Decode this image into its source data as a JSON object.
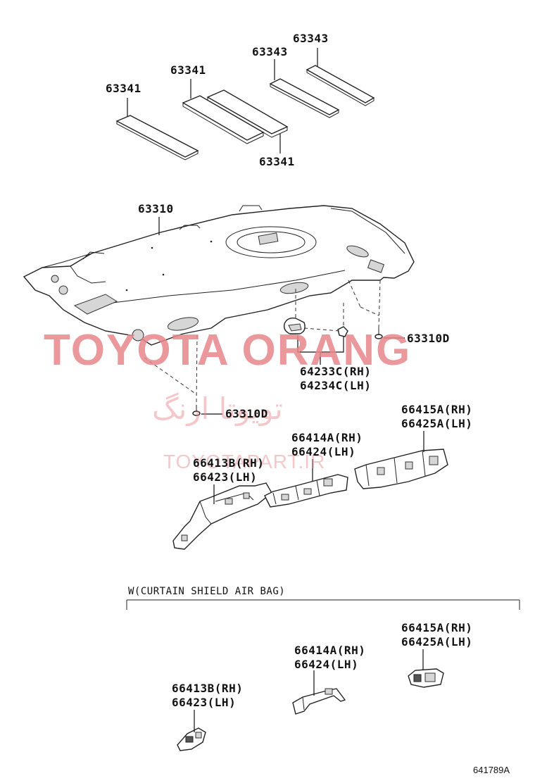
{
  "labels": {
    "pad_63343_a": "63343",
    "pad_63343_b": "63343",
    "pad_63341_a": "63341",
    "pad_63341_b": "63341",
    "pad_63341_c": "63341",
    "headliner": "63310",
    "clip_right": "63310D",
    "clip_left": "63310D",
    "visor_holder_rh": "64233C(RH)",
    "visor_holder_lh": "64234C(LH)",
    "bracket_rear_rh": "66415A(RH)",
    "bracket_rear_lh": "66425A(LH)",
    "bracket_mid_rh": "66414A(RH)",
    "bracket_mid_lh": "66424(LH)",
    "bracket_front_rh": "66413B(RH)",
    "bracket_front_lh": "66423(LH)"
  },
  "section_airbag": {
    "title": "W(CURTAIN SHIELD AIR BAG)",
    "bracket_rear_rh": "66415A(RH)",
    "bracket_rear_lh": "66425A(LH)",
    "bracket_mid_rh": "66414A(RH)",
    "bracket_mid_lh": "66424(LH)",
    "bracket_front_rh": "66413B(RH)",
    "bracket_front_lh": "66423(LH)"
  },
  "watermark": {
    "brand": "TOYOTA ORANG",
    "persian": "تویوتا ارنگ",
    "site": "TOYOTAPART.IR",
    "color": "#e8878c"
  },
  "figure_code": "641789A"
}
